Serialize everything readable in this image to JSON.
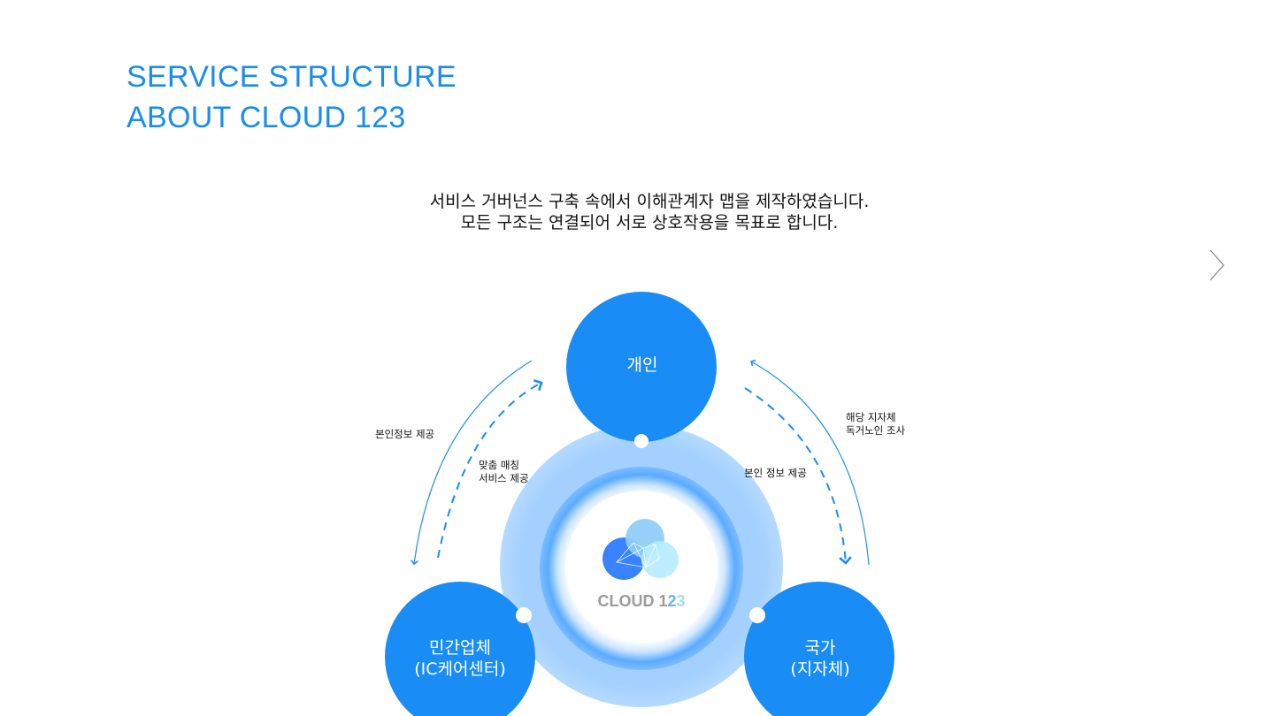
{
  "heading": {
    "line1": "SERVICE STRUCTURE",
    "line2": "ABOUT CLOUD 123"
  },
  "intro": {
    "line1": "서비스 거버넌스 구축 속에서 이해관계자 맵을 제작하였습니다.",
    "line2": "모든 구조는 연결되어 서로 상호작용을 목표로 합니다."
  },
  "nav": {
    "next_icon": "chevron-right-icon"
  },
  "diagram": {
    "nodes": {
      "individual": {
        "label": "개인"
      },
      "private": {
        "line1": "민간업체",
        "line2": "(IC케어센터)"
      },
      "state": {
        "line1": "국가",
        "line2": "(지자체)"
      }
    },
    "center": {
      "logo_icon": "cloud-logo-icon",
      "logo_text_a": "CLOUD 1",
      "logo_text_b": "2",
      "logo_text_c": "3"
    },
    "labels": {
      "left_outer": "본인정보 제공",
      "left_inner_1": "맞춤 매칭",
      "left_inner_2": "서비스 제공",
      "right_inner": "본인 정보 제공",
      "right_outer_1": "해당 지자체",
      "right_outer_2": "독거노인 조사"
    },
    "colors": {
      "primary": "#1a8cf5",
      "ring_light": "#a5d1ff",
      "ring_mid": "#6fb6ff",
      "heading": "#1a8cf0"
    }
  }
}
